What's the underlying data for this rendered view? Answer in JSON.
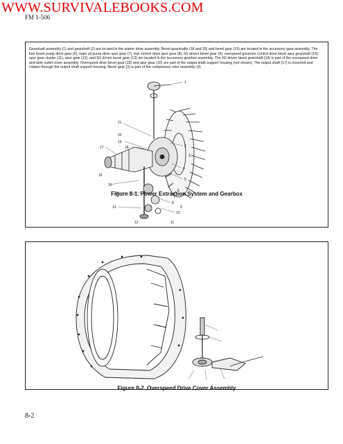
{
  "watermark": {
    "text": "WWW.SURVIVALEBOOKS.COM",
    "color": "#e00000"
  },
  "header": {
    "code": "FM 1-506"
  },
  "figure_1": {
    "intro_text": "Gearshaft assembly (1) and gearshaft (2) are located in the starter drive assembly. Bevel gearshafts (18 and 20) and bevel gear (19) are located in the accessory gear assembly. The fuel boost pump drive gear (6), main oil pump drive spur gear (7), fuel control drive spur gear (8), N1 driven bevel gear (9), overspeed governor control drive bevel spur gearshaft (10), spur gear cluster (11), spur gear (12), and N2 driven bevel gear (13) are located in the accessory gearbox assembly. The N2 driven bevel gearshaft (14) is part of the overspeed drive and tank outlet cover assembly. Overspeed drive bevel gear (15) and spur gear (16) are part of the output shaft support housing (not shown). The output shaft (17) is mounted and rotates through the output shaft support housing. Bevel gear (3) is part of the compressor rotor assembly (4).",
    "callouts": [
      "1",
      "2",
      "3",
      "4",
      "5",
      "6",
      "7",
      "8",
      "9",
      "10",
      "11",
      "12",
      "13",
      "14",
      "15",
      "16",
      "17",
      "18",
      "19",
      "20",
      "21"
    ],
    "caption": "Figure 8-1. Power Extraction System and Gearbox"
  },
  "figure_2": {
    "caption": "Figure 8-2. Overspeed Drive Cover Assembly"
  },
  "footer": {
    "page_number": "8-2"
  }
}
